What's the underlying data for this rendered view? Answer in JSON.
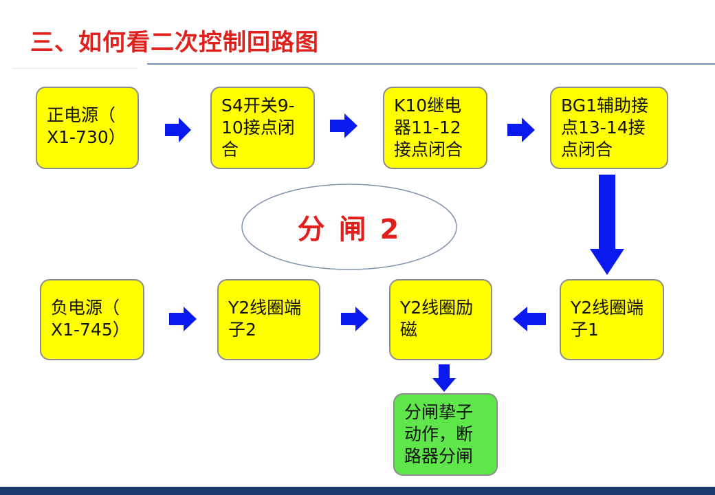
{
  "header": {
    "title": "三、如何看二次控制回路图"
  },
  "diagram": {
    "center_label": "分 闸 2",
    "nodes": {
      "n1": "正电源（\nX1-730）",
      "n2": "S4开关9-10接点闭合",
      "n3": "K10继电器11-12接点闭合",
      "n4": "BG1辅助接点13-14接点闭合",
      "n5": "负电源（\nX1-745）",
      "n6": "Y2线圈端子2",
      "n7": "Y2线圈励磁",
      "n8": "Y2线圈端子1",
      "n9": "分闸挚子动作，断路器分闸"
    },
    "colors": {
      "node_fill": "#ffff00",
      "result_fill": "#5ee64a",
      "arrow": "#0a1aef",
      "title": "#e0201c"
    }
  }
}
